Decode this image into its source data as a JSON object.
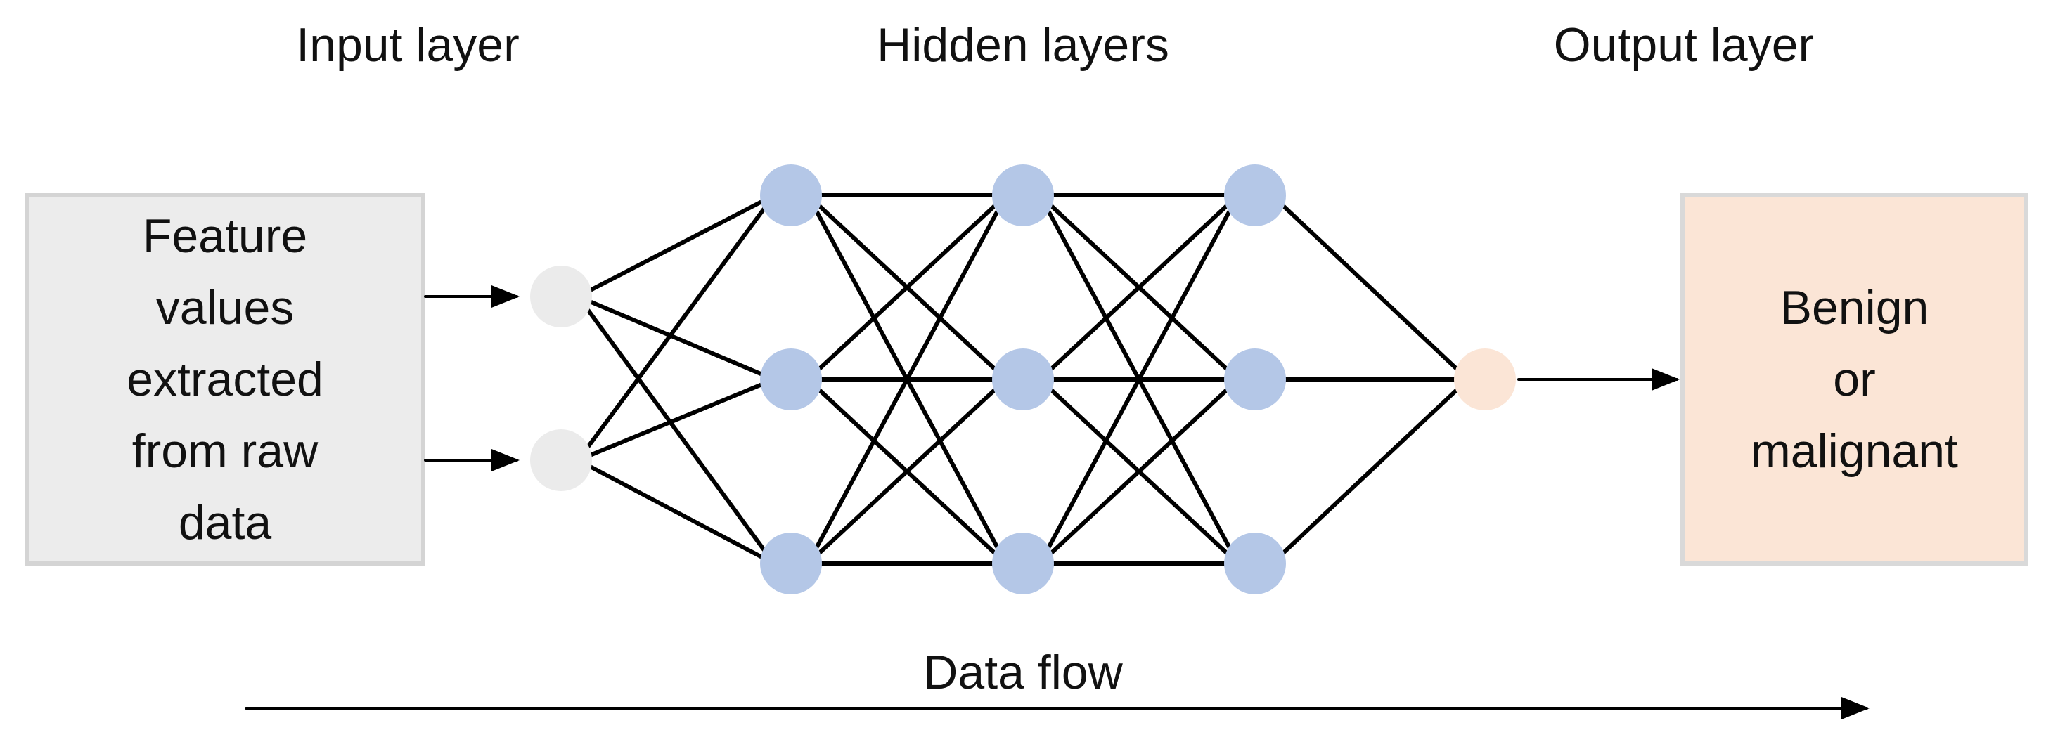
{
  "titles": {
    "input": "Input layer",
    "hidden": "Hidden layers",
    "output": "Output layer"
  },
  "input_box": {
    "lines": [
      "Feature",
      "values",
      "extracted",
      "from raw",
      "data"
    ]
  },
  "output_box": {
    "lines": [
      "Benign",
      "or",
      "malignant"
    ]
  },
  "flow": {
    "label": "Data flow"
  },
  "network": {
    "input_nodes": 2,
    "hidden_layers": 3,
    "hidden_nodes_per_layer": 3,
    "output_nodes": 1
  },
  "colors": {
    "input_node": "#ebebeb",
    "hidden_node": "#b4c7e7",
    "output_node": "#fbe5d6",
    "input_box_fill": "#ececec",
    "input_box_border": "#d4d4d4",
    "output_box_fill": "#fbe5d6",
    "output_box_border": "#d9d9d9",
    "edge": "#000000",
    "text": "#111111"
  }
}
